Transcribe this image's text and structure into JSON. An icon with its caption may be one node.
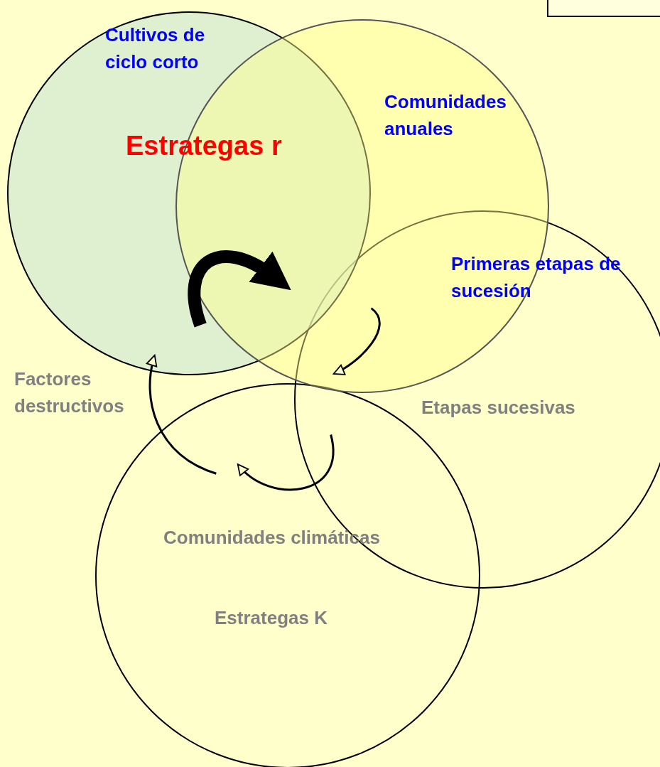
{
  "diagram": {
    "nodes": [
      {
        "text": [
          "Cultivos de ciclo corto"
        ]
      },
      {
        "text": [
          "Comunidades anuales"
        ]
      },
      {
        "text": [
          "Primeras etapas de sucesión",
          "Etapas sucesivas"
        ]
      },
      {
        "text": [
          "Comunidades climáticas",
          "Estrategas K"
        ]
      }
    ],
    "edges": [
      {
        "from": 0,
        "to": 1,
        "arrow": "to",
        "style": "thick"
      },
      {
        "from": 1,
        "to": 2,
        "arrow": "to"
      },
      {
        "from": 2,
        "to": 3,
        "arrow": "to"
      },
      {
        "from": 3,
        "to": 0,
        "arrow": "to"
      }
    ],
    "labels": [
      "Estrategas r",
      "Factores destructivos"
    ]
  }
}
